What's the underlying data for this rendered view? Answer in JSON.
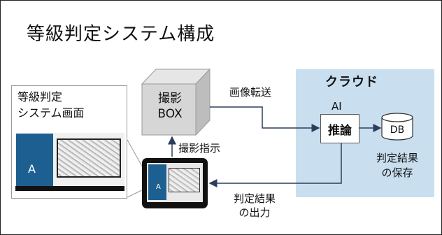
{
  "title": "等級判定システム構成",
  "cloud": {
    "label": "クラウド",
    "color": "#c9dff0"
  },
  "ai_label": "AI",
  "infer_label": "推論",
  "db_label": "DB",
  "store_label": [
    "判定結果",
    "の保存"
  ],
  "panel": {
    "title": [
      "等級判定",
      "システム画面"
    ],
    "screen_letter": "A"
  },
  "cube_label": [
    "撮影",
    "BOX"
  ],
  "tablet_letter": "A",
  "arrows": {
    "upload": "画像転送",
    "capture": "撮影指示",
    "output": [
      "判定結果",
      "の出力"
    ]
  }
}
